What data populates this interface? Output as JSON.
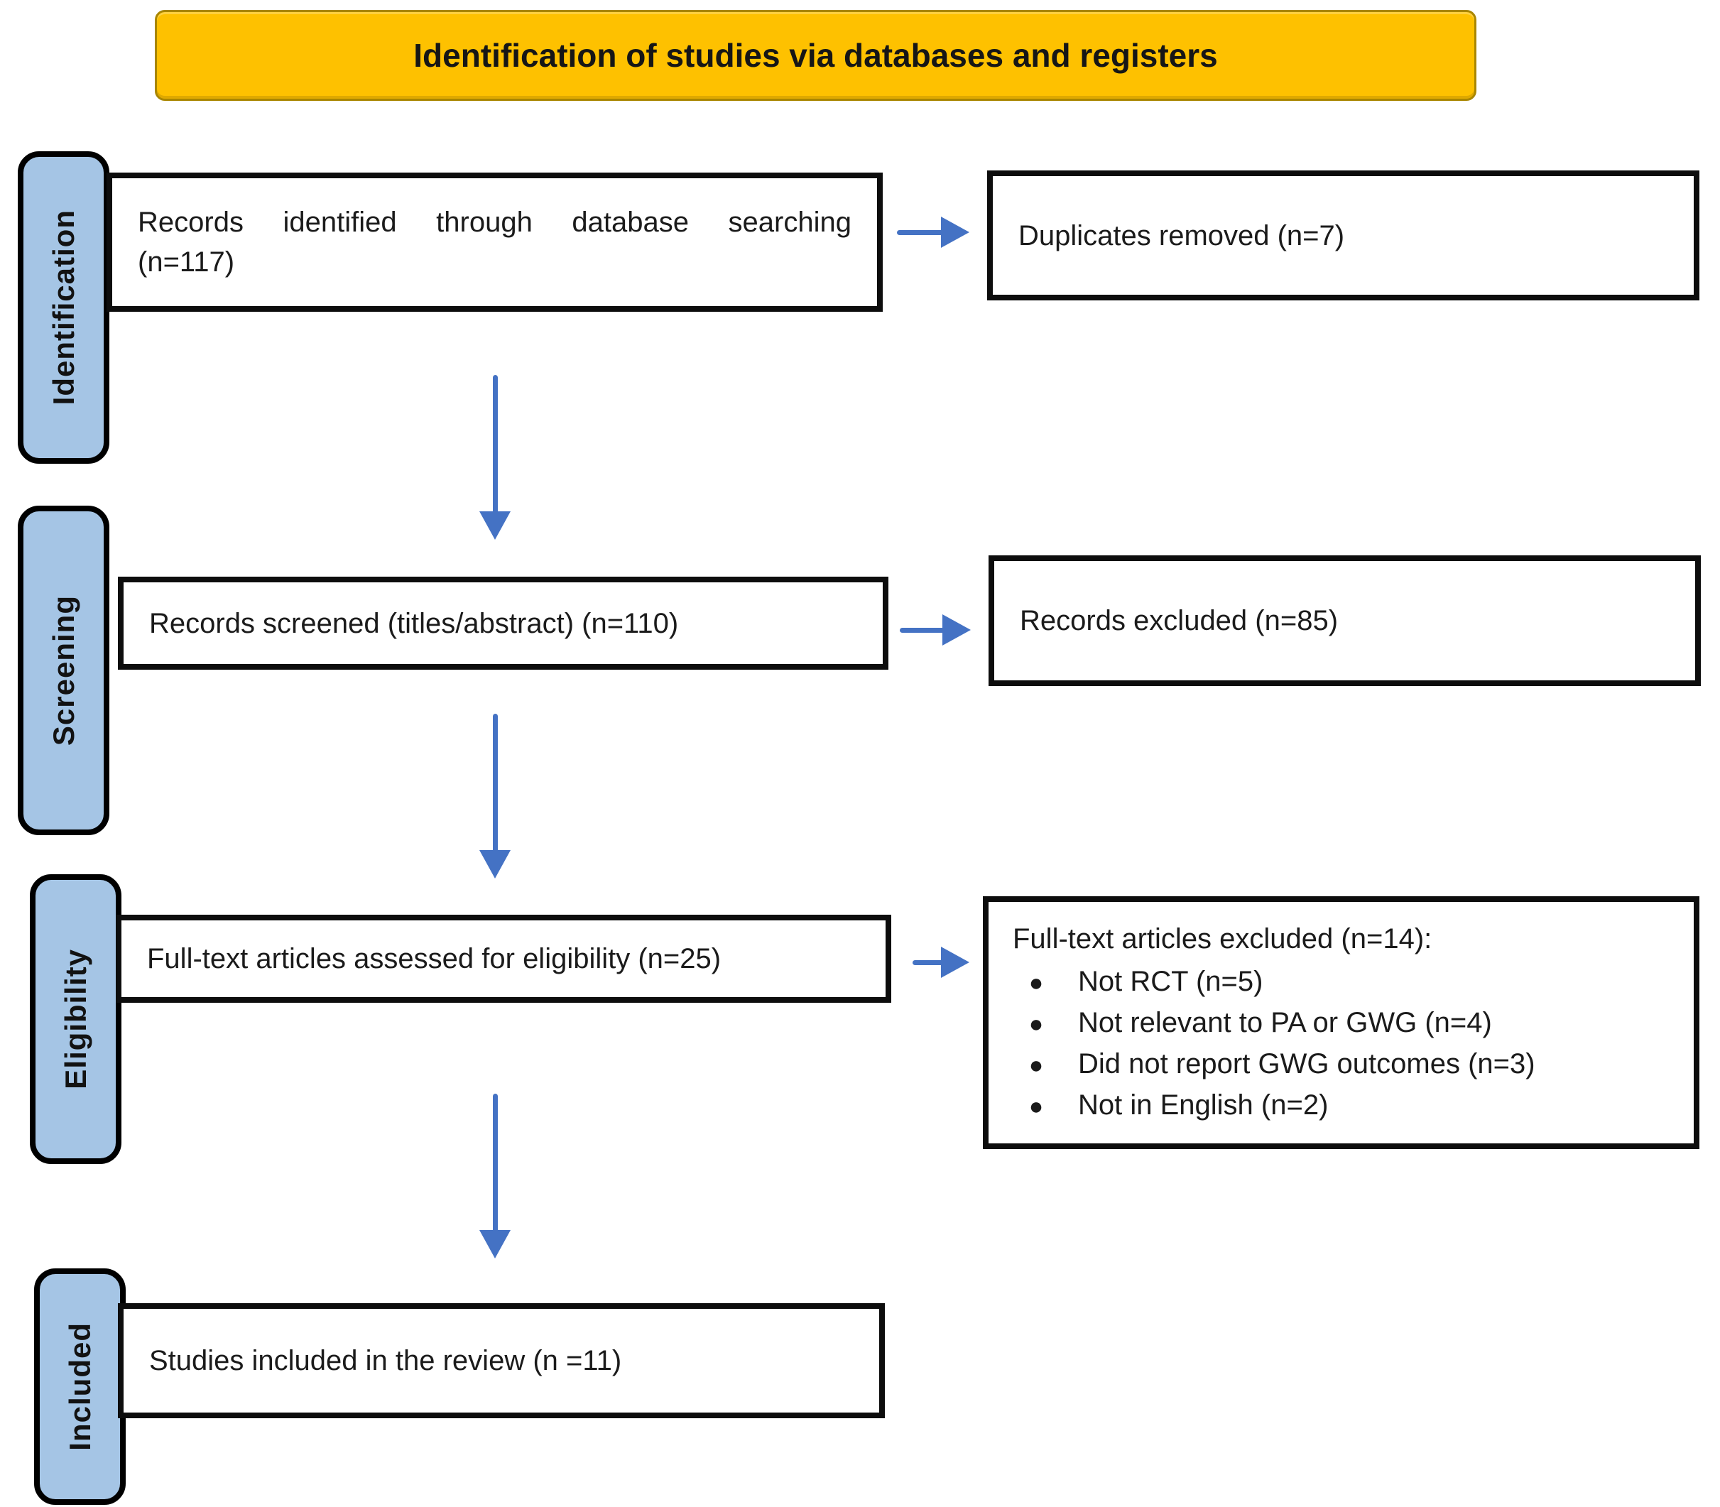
{
  "banner": {
    "title": "Identification of studies via databases and registers",
    "bg": "#FEC100"
  },
  "sidebar": {
    "bg": "#A5C5E5",
    "items": [
      {
        "label": "Identification"
      },
      {
        "label": "Screening"
      },
      {
        "label": "Eligibility"
      },
      {
        "label": "Included"
      }
    ]
  },
  "flow": {
    "identification": {
      "main": {
        "lines": [
          "Records identified through database searching",
          "(n=117)"
        ]
      },
      "side": {
        "text": "Duplicates removed (n=7)"
      }
    },
    "screening": {
      "main": {
        "text": "Records screened (titles/abstract) (n=110)"
      },
      "side": {
        "text": "Records excluded (n=85)"
      }
    },
    "eligibility": {
      "main": {
        "text": "Full-text articles assessed for eligibility (n=25)"
      },
      "side": {
        "title": "Full-text articles excluded (n=14):",
        "bullet_glyph": "●",
        "bullets": [
          "Not RCT (n=5)",
          "Not relevant to PA or GWG (n=4)",
          "Did not report GWG outcomes (n=3)",
          "Not in English (n=2)"
        ]
      }
    },
    "included": {
      "main": {
        "text": "Studies included in the review (n =11)"
      }
    }
  },
  "colors": {
    "arrow": "#4472C4",
    "box_border": "#0d0d0d",
    "banner_fill": "#FEC100",
    "stage_fill": "#A5C5E5"
  }
}
